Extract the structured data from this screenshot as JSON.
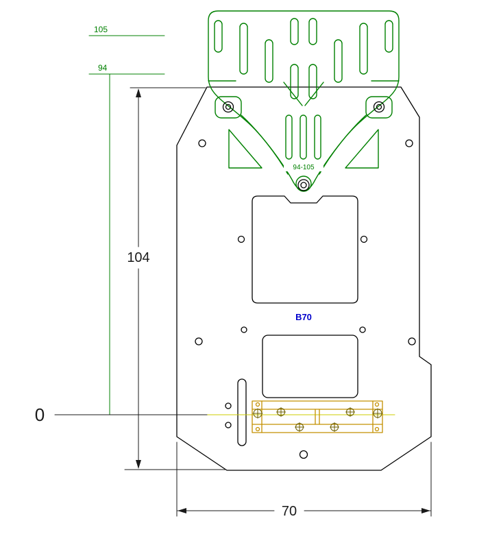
{
  "drawing": {
    "part_label": "B70",
    "dimensions": {
      "overall_height": "104",
      "overall_width": "70",
      "datum_zero": "0",
      "ref_upper": "105",
      "ref_lower": "94",
      "adjustment_range": "94-105"
    },
    "colors": {
      "plate_outline": "#000000",
      "dimension_text": "#1a1a1a",
      "bracket_green": "#008000",
      "rail_orange": "#C49000",
      "screw_dark": "#6b5e00",
      "centerline_yellow": "#CCCC00",
      "label_blue": "#0000CC",
      "background": "#FFFFFF"
    }
  }
}
